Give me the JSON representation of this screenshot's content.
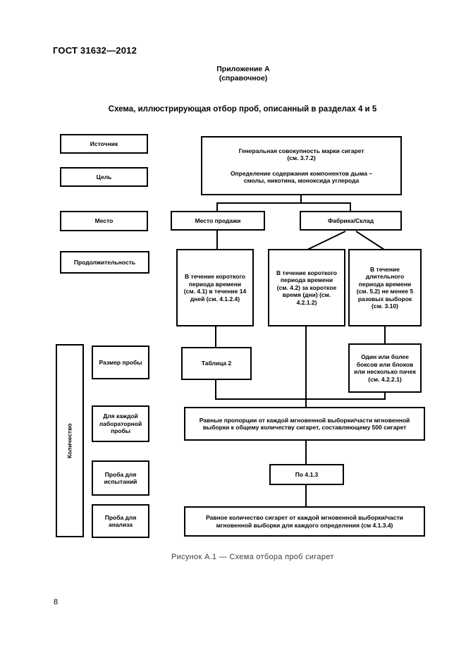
{
  "page": {
    "doc_number": "ГОСТ 31632—2012",
    "appendix_title": "Приложение А",
    "appendix_subtitle": "(справочное)",
    "scheme_title": "Схема, иллюстрирующая отбор проб, описанный в разделах 4 и 5",
    "figure_caption": "Рисунок А.1 — Схема отбора проб сигарет",
    "page_number": "8"
  },
  "row_labels": {
    "source": "Источник",
    "purpose": "Цель",
    "place": "Место",
    "duration": "Продолжительность",
    "quantity": "Количество",
    "sample_size": "Размер пробы",
    "per_lab_sample": "Для каждой лабораторной пробы",
    "test_sample": "Проба для испытаний",
    "analysis_sample": "Проба для анализа"
  },
  "flowchart": {
    "population": "Генеральная совокупность марки сигарет",
    "population_ref": "(см. 3.7.2)",
    "purpose_text": "Определение содержания компонентов дыма – смолы, никотина, моноксида углерода",
    "place_of_sale": "Место продажи",
    "factory_warehouse": "Фабрика/Склад",
    "short_period_sale": "В течение короткого периода времени (см. 4.1) в течение 14 дней (см. 4.1.2.4)",
    "short_period_factory": "В течение короткого периода времени (см. 4.2) за короткое время (дни) (см. 4.2.1.2)",
    "long_period_factory": "В течение длительного периода времени (см. 5.2) не менее 5 разовых выборок (см. 3.10)",
    "table_ref": "Таблица 2",
    "boxes_blocks_packs": "Один или более боксов или блоков или несколько пачек (см. 4.2.2.1)",
    "equal_proportions": "Равные пропорции от каждой мгновенной выборки/части мгновенной выборки к общему количеству сигарет, составляющему 500 сигарет",
    "per_clause": "По 4.1.3",
    "equal_quantity": "Равное количество сигарет от каждой мгновенной выборки/части мгновенной выборки для каждого определения (см 4.1.3.4)"
  },
  "colors": {
    "line": "#000000",
    "background": "#ffffff"
  }
}
